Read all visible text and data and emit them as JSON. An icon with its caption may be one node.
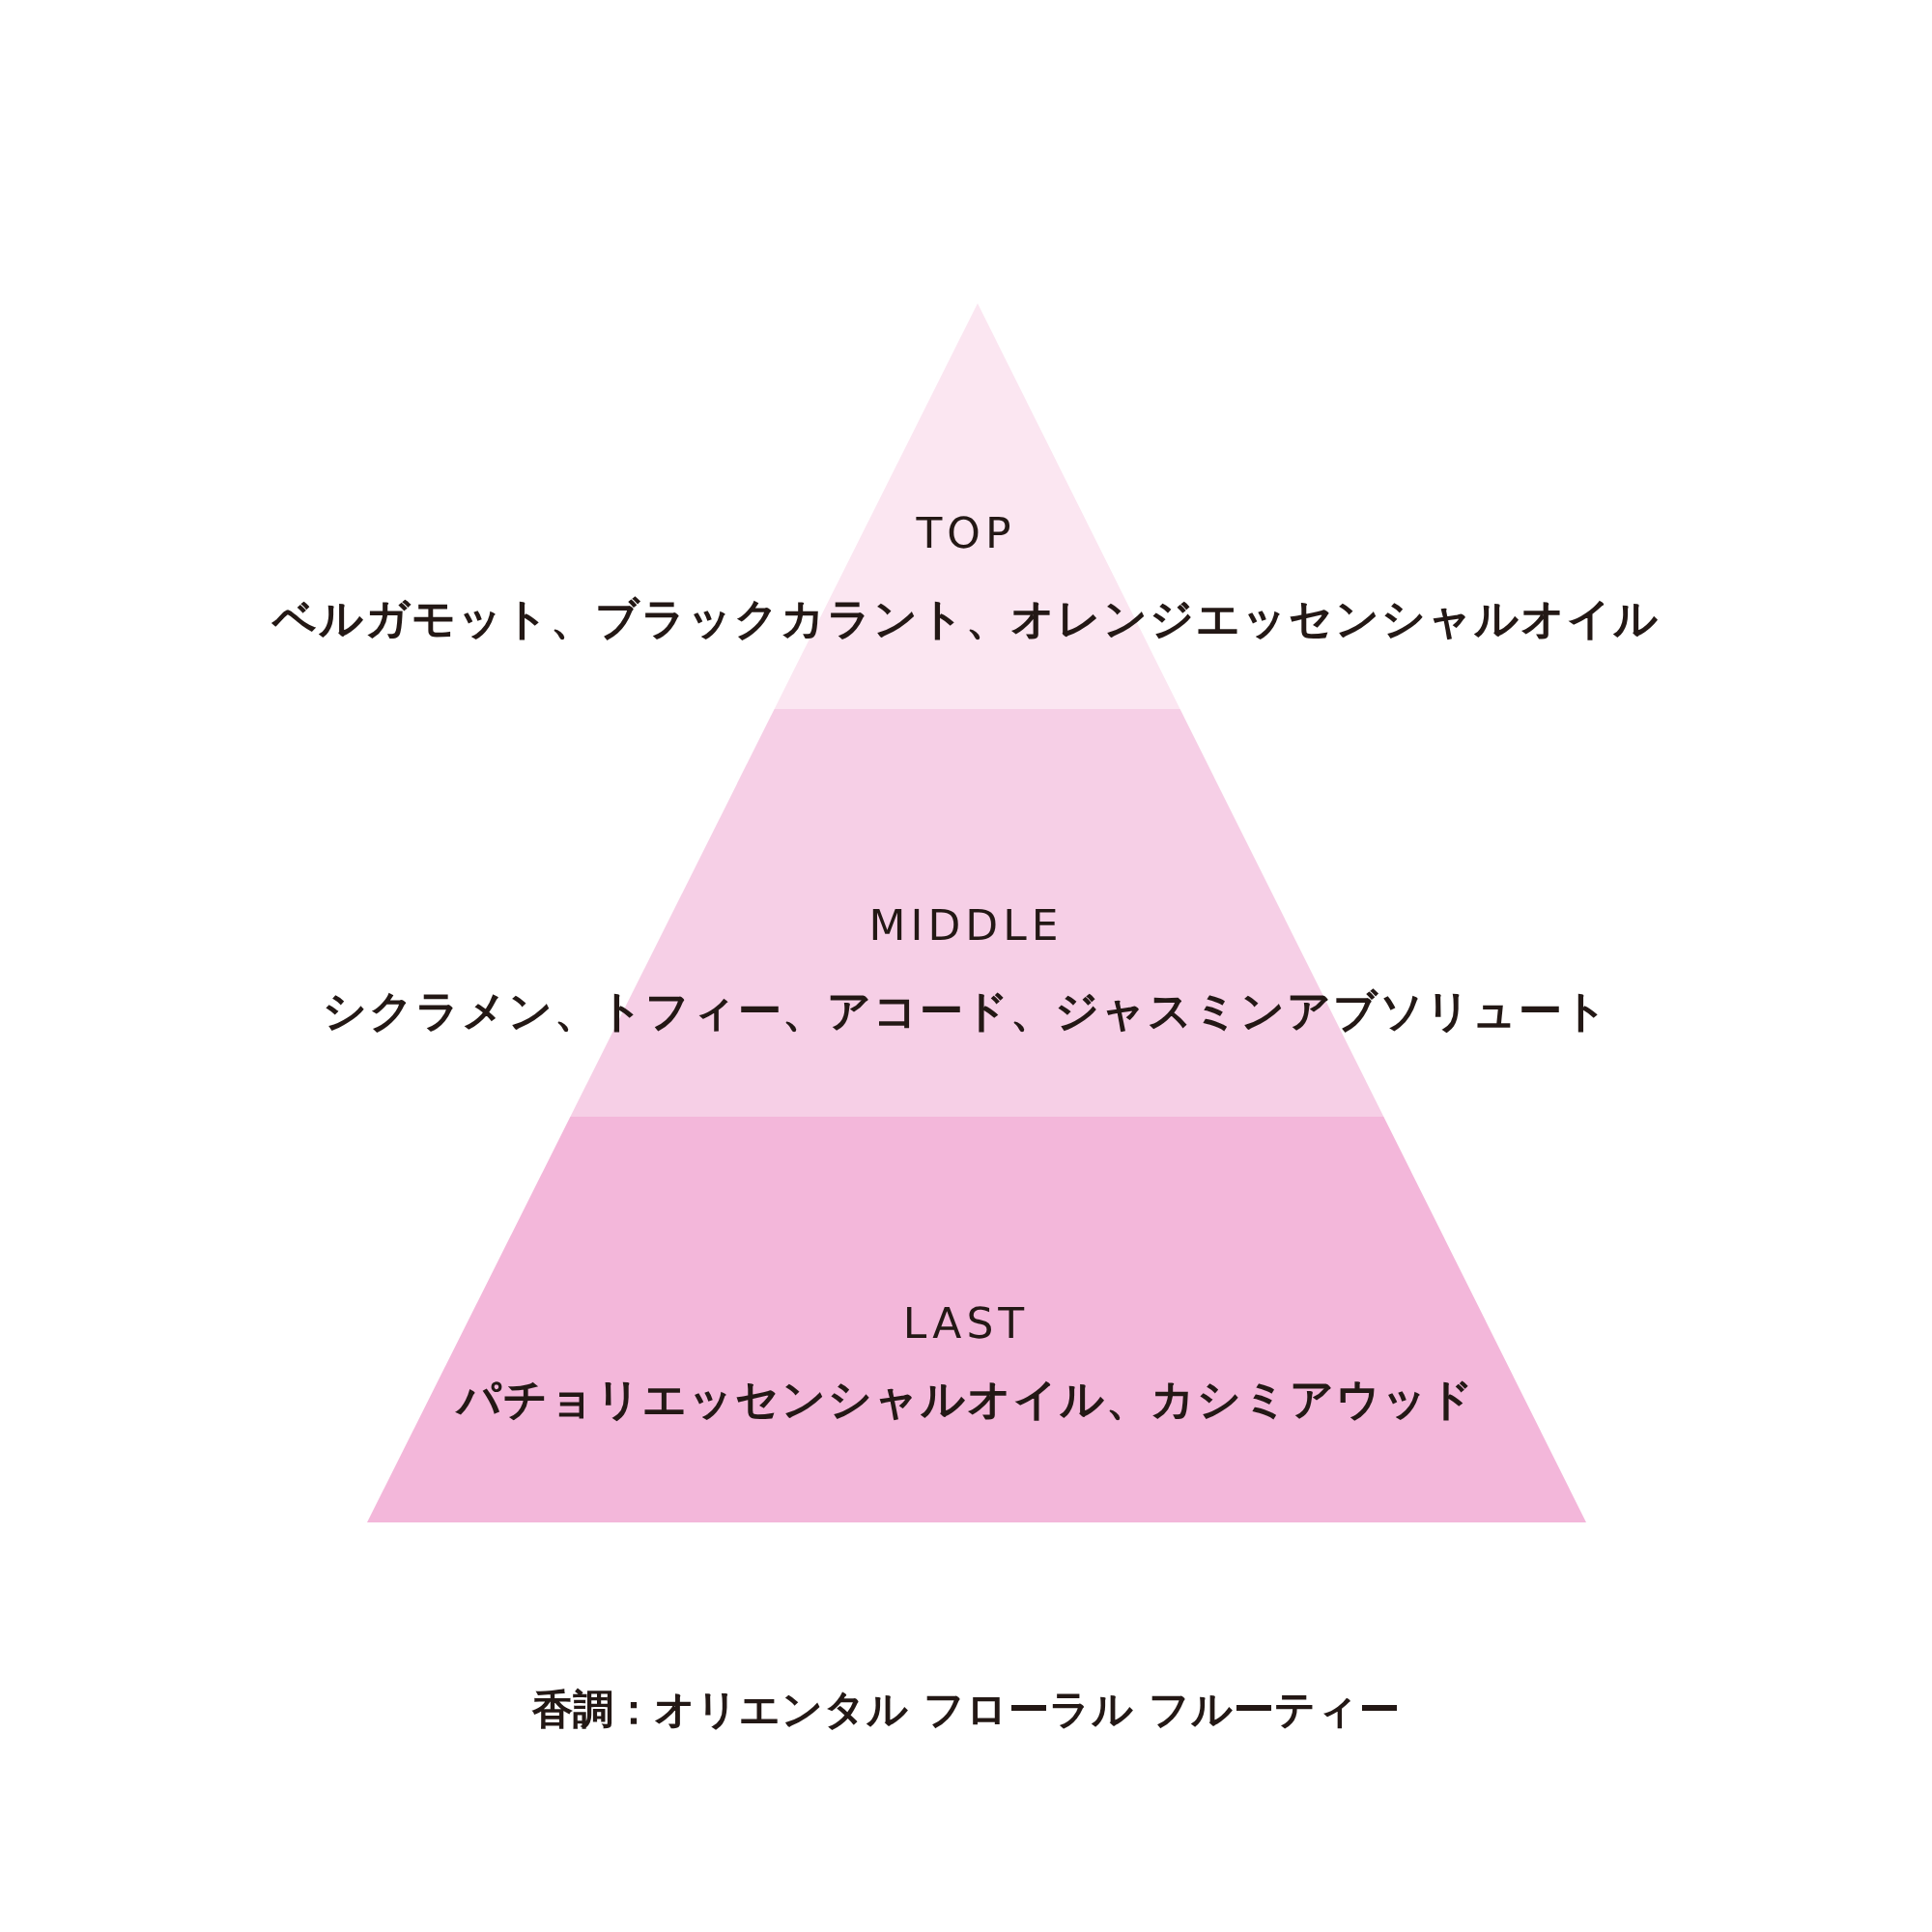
{
  "diagram": {
    "caption": "香調：オリエンタル フローラル フルーティー",
    "nodes": [
      {
        "text": [
          "TOP",
          "ベルガモット、ブラックカラント、オレンジエッセンシャルオイル"
        ]
      },
      {
        "text": [
          "MIDDLE",
          "シクラメン、トフィー、アコード、ジャスミンアブソリュート"
        ]
      },
      {
        "text": [
          "LAST",
          "パチョリエッセンシャルオイル、カシミアウッド"
        ]
      }
    ]
  }
}
